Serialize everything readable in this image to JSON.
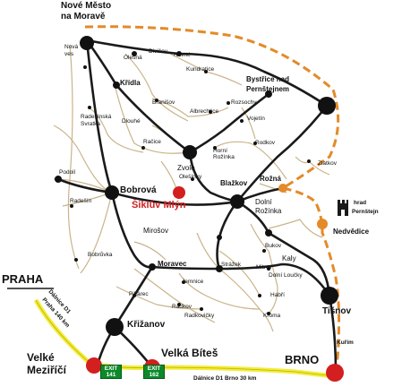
{
  "towns": {
    "nove_mesto": [
      "Nové Město",
      "na Moravě"
    ],
    "nove_ves": [
      "Nová",
      "ves"
    ],
    "olesna": "Olešná",
    "divisov": "Divišov",
    "rovne": "Rovné",
    "kundratice": "Kundratice",
    "bystrice": [
      "Bystřice nad",
      "Pernštejnem"
    ],
    "krizla": "Křídla",
    "branisov": "Branišov",
    "rozsochy": "Rozsochy",
    "albrechtice": "Albrechtice",
    "vojetin": "Vojetín",
    "radesinska": [
      "Radešínská",
      "Svratka"
    ],
    "dlouhe": "Dlouhé",
    "racice": "Račice",
    "horni_rozinka": [
      "Horní",
      "Rožínka"
    ],
    "rodkov": "Rodkov",
    "zvole": "Zvole",
    "olesinky": "Olešínky",
    "podoli": "Podolí",
    "bobrova": "Bobrová",
    "blazkov": "Blažkov",
    "rozna": "Rožná",
    "zlatkov": "Zlatkov",
    "hrad": [
      "hrad",
      "Pernštejn"
    ],
    "radesin": "Radešín",
    "doln_rozinka": [
      "Dolní",
      "Rožínka"
    ],
    "nedvedice": "Nedvědice",
    "mirosov": "Mirošov",
    "bukov": "Bukov",
    "bobrovka": "Bobrůvka",
    "kaly": "Kaly",
    "moravec": "Moravec",
    "strazek": "Strážek",
    "mitrov": "Mitrov",
    "dolni_loucky": "Dolní Loučky",
    "pikarec": "Pikárec",
    "jemnice": "Jemnice",
    "habri": "Habří",
    "tisnov": "Tišnov",
    "radkov": "Radkov",
    "radkovicky": "Radkovičky",
    "krizanov": "Křižanov",
    "kroma": "Krōma",
    "kurim": "Kuřim",
    "velke_mezirici": [
      "Velké",
      "Meziříčí"
    ],
    "velka_bites": "Velká Bíteš",
    "brno": "BRNO",
    "praha": "PRAHA"
  },
  "highlight": "Šiklův Mlýn",
  "highway_prague": [
    "Dálnice D1",
    "Praha 140 km"
  ],
  "highway_brno": "Dálnice D1 Brno 30 km",
  "exits": [
    {
      "top": "EXIT",
      "num": "141"
    },
    {
      "top": "EXIT",
      "num": "162"
    }
  ],
  "colors": {
    "road": "#1a1a1a",
    "minor_road": "#c9b48a",
    "highway": "#f3ec39",
    "dashed_route": "#e48a2a",
    "highlight": "#d31f1f",
    "exit": "#0c8a2a"
  }
}
